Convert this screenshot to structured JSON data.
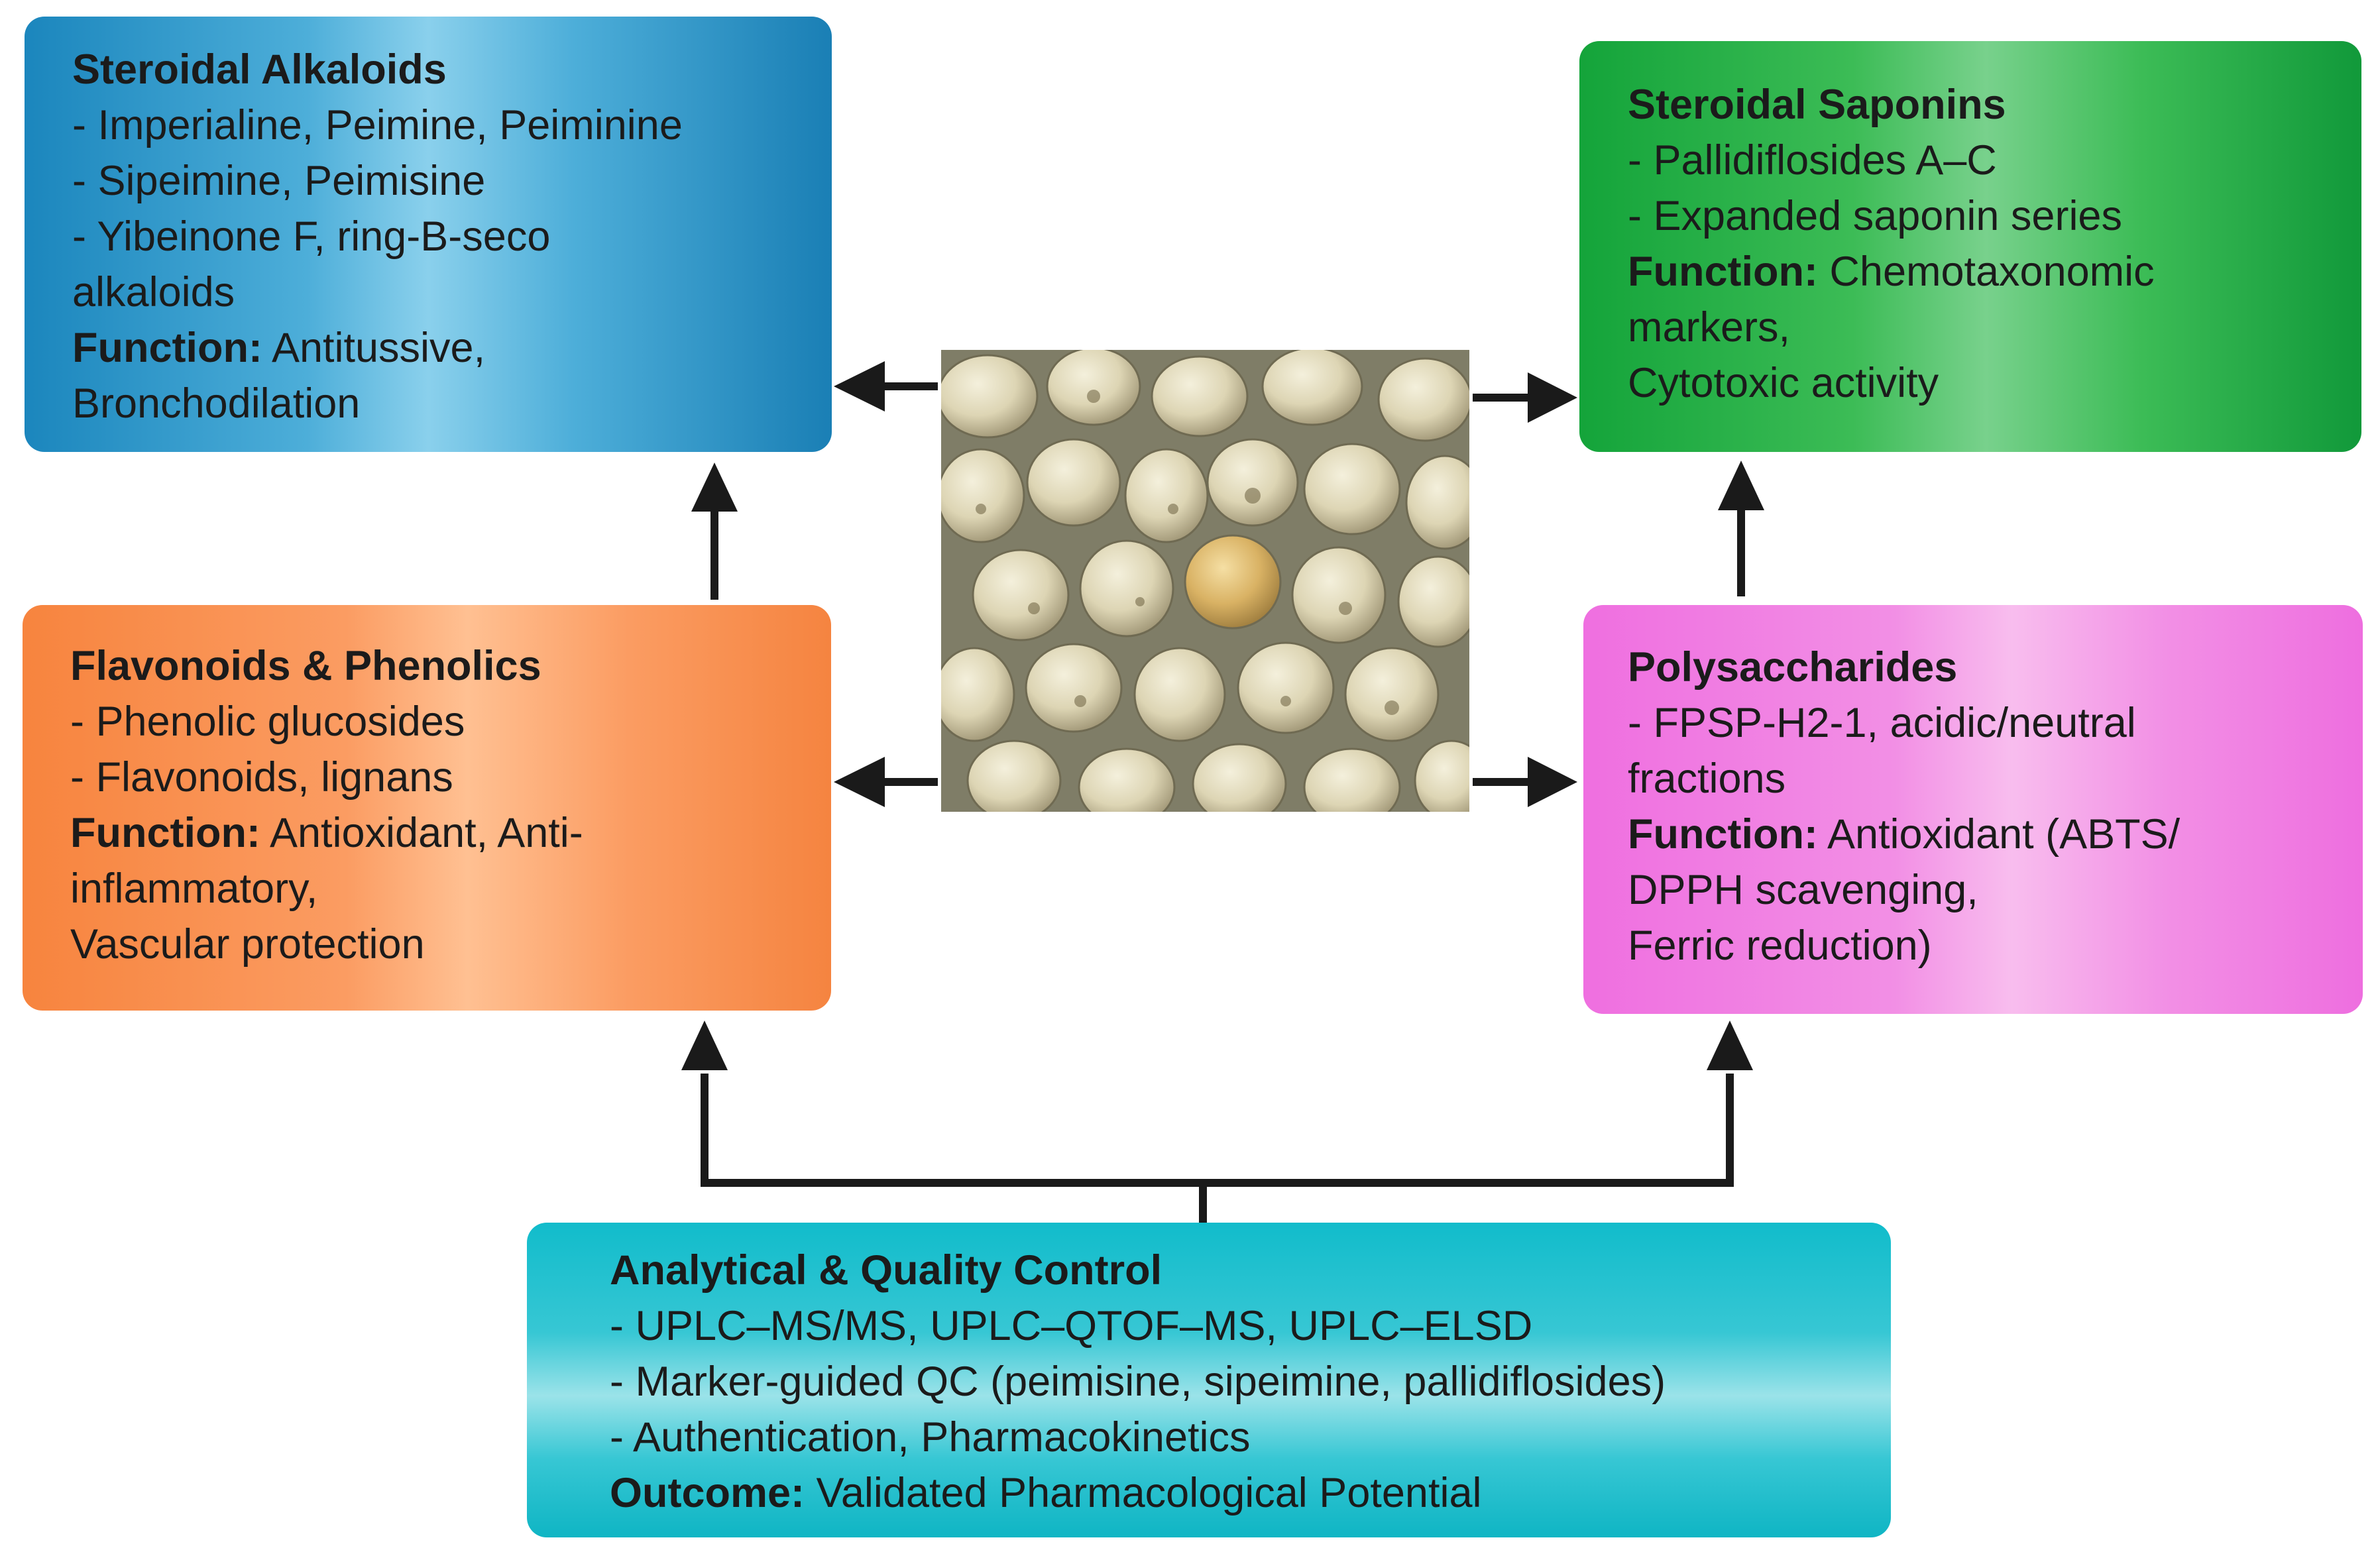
{
  "boxes": {
    "steroidal_alkaloids": {
      "title": "Steroidal Alkaloids",
      "items": [
        "- Imperialine, Peimine, Peiminine",
        "- Sipeimine, Peimisine",
        "- Yibeinone F, ring-B-seco",
        "alkaloids"
      ],
      "function_label": "Function:",
      "function_lines": [
        " Antitussive,",
        "Bronchodilation"
      ],
      "color": "#1b86bd"
    },
    "steroidal_saponins": {
      "title": "Steroidal Saponins",
      "items": [
        "- Pallidiflosides A–C",
        "- Expanded saponin series"
      ],
      "function_label": "Function:",
      "function_lines": [
        " Chemotaxonomic",
        "markers,",
        "Cytotoxic activity"
      ],
      "color": "#14a43a"
    },
    "flavonoids_phenolics": {
      "title": "Flavonoids & Phenolics",
      "items": [
        "- Phenolic glucosides",
        "- Flavonoids, lignans"
      ],
      "function_label": "Function:",
      "function_lines": [
        " Antioxidant, Anti-",
        "inflammatory,",
        "Vascular protection"
      ],
      "color": "#f7843e"
    },
    "polysaccharides": {
      "title": "Polysaccharides",
      "items": [
        "- FPSP-H2-1, acidic/neutral",
        "fractions"
      ],
      "function_label": "Function:",
      "function_lines": [
        " Antioxidant (ABTS/",
        "DPPH scavenging,",
        "Ferric reduction)"
      ],
      "color": "#ef6fe0"
    },
    "analytical_qc": {
      "title": "Analytical & Quality Control",
      "items": [
        "- UPLC–MS/MS, UPLC–QTOF–MS, UPLC–ELSD",
        "- Marker-guided QC (peimisine, sipeimine, pallidiflosides)",
        "- Authentication, Pharmacokinetics"
      ],
      "outcome_label": "Outcome:",
      "outcome_text": " Validated Pharmacological Potential",
      "color": "#11bccb"
    }
  },
  "arrow_color": "#1a1a1a"
}
